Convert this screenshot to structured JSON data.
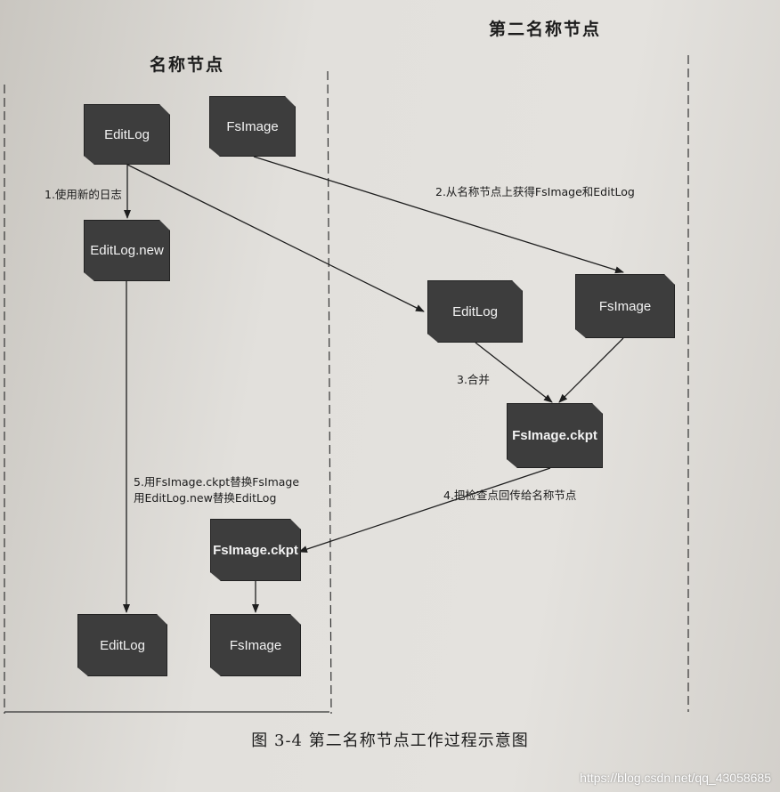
{
  "titles": {
    "namenode": "名称节点",
    "secondary": "第二名称节点"
  },
  "files": {
    "editlog_top": "EditLog",
    "fsimage_top": "FsImage",
    "editlog_new": "EditLog.new",
    "editlog_copy": "EditLog",
    "fsimage_copy": "FsImage",
    "fsimage_ckpt_secondary": "FsImage.ckpt",
    "fsimage_ckpt_primary": "FsImage.ckpt",
    "editlog_final": "EditLog",
    "fsimage_final": "FsImage"
  },
  "steps": {
    "step1": "1.使用新的日志",
    "step2": "2.从名称节点上获得FsImage和EditLog",
    "step3": "3.合并",
    "step4": "4.把检查点回传给名称节点",
    "step5_line1": "5.用FsImage.ckpt替换FsImage",
    "step5_line2": "用EditLog.new替换EditLog"
  },
  "caption": "图 3-4    第二名称节点工作过程示意图",
  "watermark": "https://blog.csdn.net/qq_43058685"
}
